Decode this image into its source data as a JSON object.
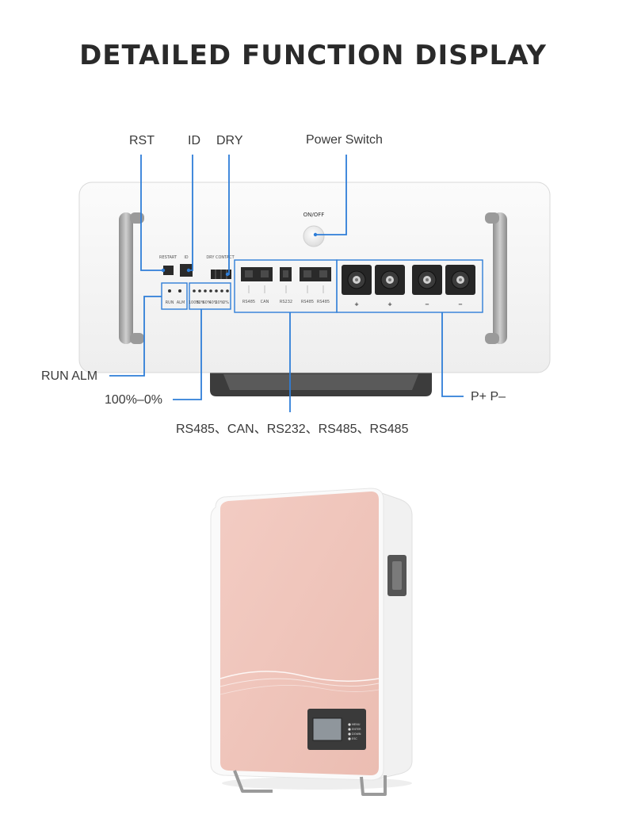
{
  "title": "DETAILED FUNCTION DISPLAY",
  "callouts": {
    "rst": "RST",
    "id": "ID",
    "dry": "DRY",
    "power_switch": "Power Switch",
    "run_alm": "RUN  ALM",
    "soc": "100%–0%",
    "comm_ports": "RS485、CAN、RS232、RS485、RS485",
    "terminals": "P+  P–"
  },
  "panel": {
    "on_off": "ON/OFF",
    "restart": "RESTART",
    "id": "ID",
    "dry_contact": "DRY CONTACT",
    "run": "RUN",
    "alm": "ALM",
    "soc_marks": [
      "100%",
      "80%",
      "60%",
      "40%",
      "20%",
      "0%"
    ],
    "ports": [
      "RS485",
      "CAN",
      "RS232",
      "RS485",
      "RS485"
    ],
    "terminals": [
      "+",
      "+",
      "−",
      "−"
    ]
  },
  "wall_unit": {
    "buttons": [
      "MENU",
      "ENTER",
      "DOWN",
      "ESC"
    ]
  },
  "colors": {
    "callout_line": "#2f7ed8",
    "chassis": "#f4f4f4",
    "front_pink": "#eec3b9",
    "handle": "#a7a7a7"
  }
}
